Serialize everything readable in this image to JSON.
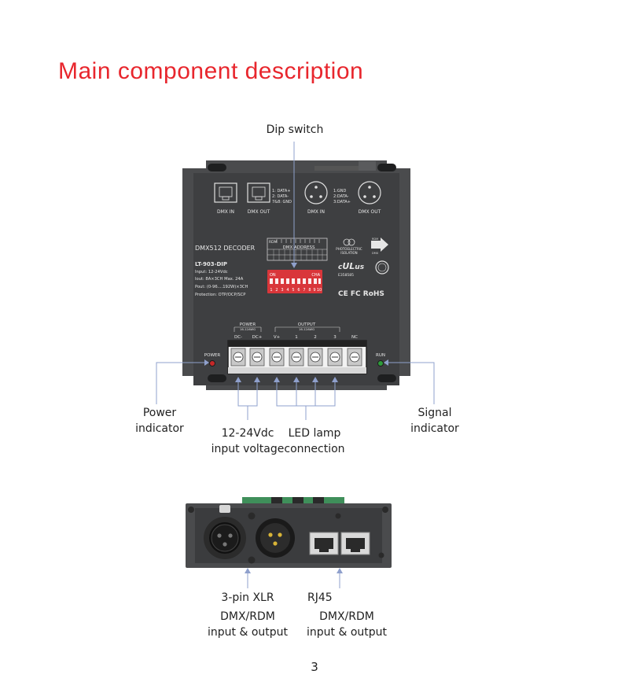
{
  "title": "Main component description",
  "callouts": {
    "dip_switch": "Dip switch",
    "power_indicator": [
      "Power",
      "indicator"
    ],
    "input_voltage": [
      "12-24Vdc",
      "input voltage"
    ],
    "led_lamp": [
      "LED lamp",
      "connection"
    ],
    "signal_indicator": [
      "Signal",
      "indicator"
    ],
    "xlr": [
      "3-pin XLR",
      "DMX/RDM",
      "input & output"
    ],
    "rj45": [
      "RJ45",
      "DMX/RDM",
      "input & output"
    ]
  },
  "device_labels": {
    "dmx_in": "DMX IN",
    "dmx_out": "DMX OUT",
    "rj45_pins": [
      "1: DATA+",
      "2: DATA-",
      "7&8: GND"
    ],
    "xlr_pins": [
      "1:GND",
      "2:DATA-",
      "3:DATA+"
    ],
    "xlr_dmx_in": "DMX IN",
    "xlr_dmx_out": "DMX OUT",
    "decoder_name": "DMX512 DECODER",
    "model": "LT-903-DIP",
    "specs": [
      "Input: 12-24Vdc",
      "Iout: 8A×3CH   Max. 24A",
      "Pout: (0-96....192W)×3CH",
      "Protection: OTP/OCP/SCP"
    ],
    "rdm": "RDM",
    "dmx_address": "DMX ADDRESS",
    "photo_isolation": [
      "PHOTOELECTRIC",
      "ISOLATION"
    ],
    "rdm_dmx": [
      "RDM",
      "DMX"
    ],
    "dip_on": "ON",
    "dip_cha": "CHA",
    "dip_numbers": [
      "1",
      "2",
      "3",
      "4",
      "5",
      "6",
      "7",
      "8",
      "9",
      "10"
    ],
    "cert_code": "E358585",
    "certs": "CE FC RoHS",
    "power_group": "POWER",
    "power_awg": "16-12AWG",
    "output_group": "OUTPUT",
    "output_awg": "16-12AWG",
    "terminals": [
      "DC-",
      "DC+",
      "V+",
      "1",
      "2",
      "3",
      "NC"
    ],
    "power_led": "POWER",
    "run_led": "RUN"
  },
  "page_number": "3",
  "colors": {
    "title": "#e8262d",
    "device_body": "#4a4b4d",
    "callout_line": "#8fa0cc",
    "dip_switch": "#d9363a",
    "power_led": "#c62828",
    "run_led": "#2e9b3a"
  }
}
